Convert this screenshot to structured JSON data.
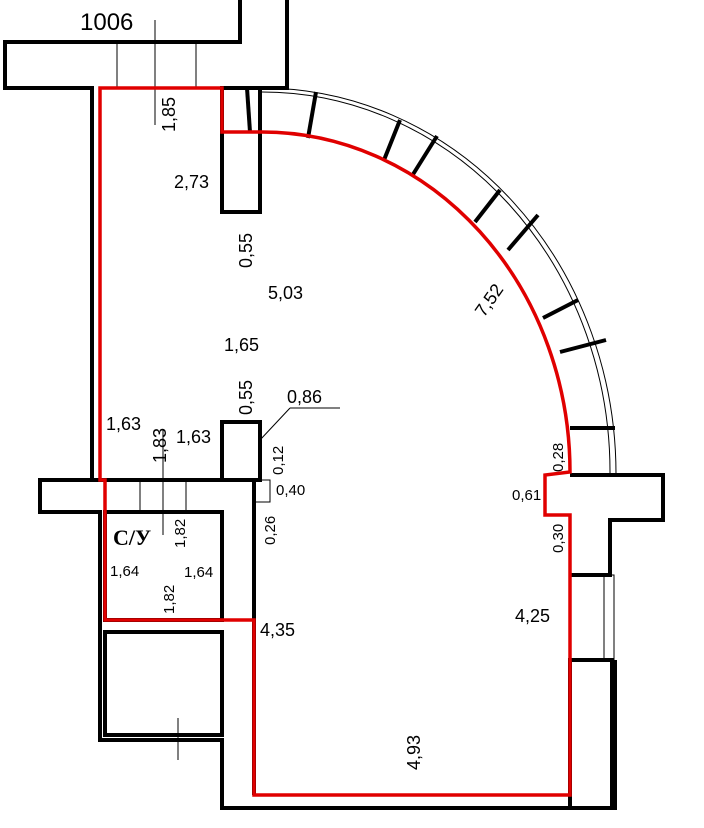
{
  "plan": {
    "unit_number": "1006",
    "room_label": "С/У",
    "colors": {
      "outline": "#e00000",
      "walls": "#000000"
    },
    "dimensions": {
      "top_width": "1,85",
      "pillar_top_height": "2,73",
      "gap_top": "0,55",
      "main_left_height": "5,03",
      "pillar_mid": "1,65",
      "gap_bottom": "0,55",
      "pillar_width": "0,86",
      "left_lower": "1,63",
      "pillar_lower": "1,63",
      "door_width": "1,83",
      "pillar_offset": "0,12",
      "wall_thickness": "0,40",
      "wall_offset": "0,26",
      "arc_length": "7,52",
      "right_upper": "0,28",
      "right_niche": "0,61",
      "right_niche_lower": "0,30",
      "right_wall": "4,25",
      "bottom_width": "4,93",
      "inner_wall": "4,35",
      "bath_width_top": "1,82",
      "bath_left": "1,64",
      "bath_right": "1,64",
      "bath_width_bottom": "1,82"
    }
  }
}
